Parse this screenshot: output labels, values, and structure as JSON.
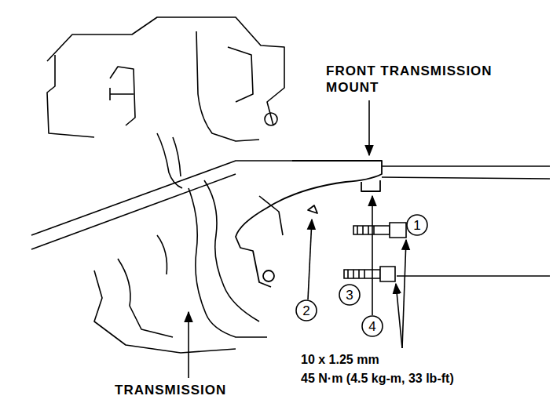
{
  "diagram": {
    "labels": [
      "FRONT TRANSMISSION MOUNT",
      "1",
      "2",
      "3",
      "4",
      "10 x 1.25 mm",
      "45 N·m (4.5 kg-m, 33 lb-ft)",
      "TRANSMISSION"
    ]
  }
}
